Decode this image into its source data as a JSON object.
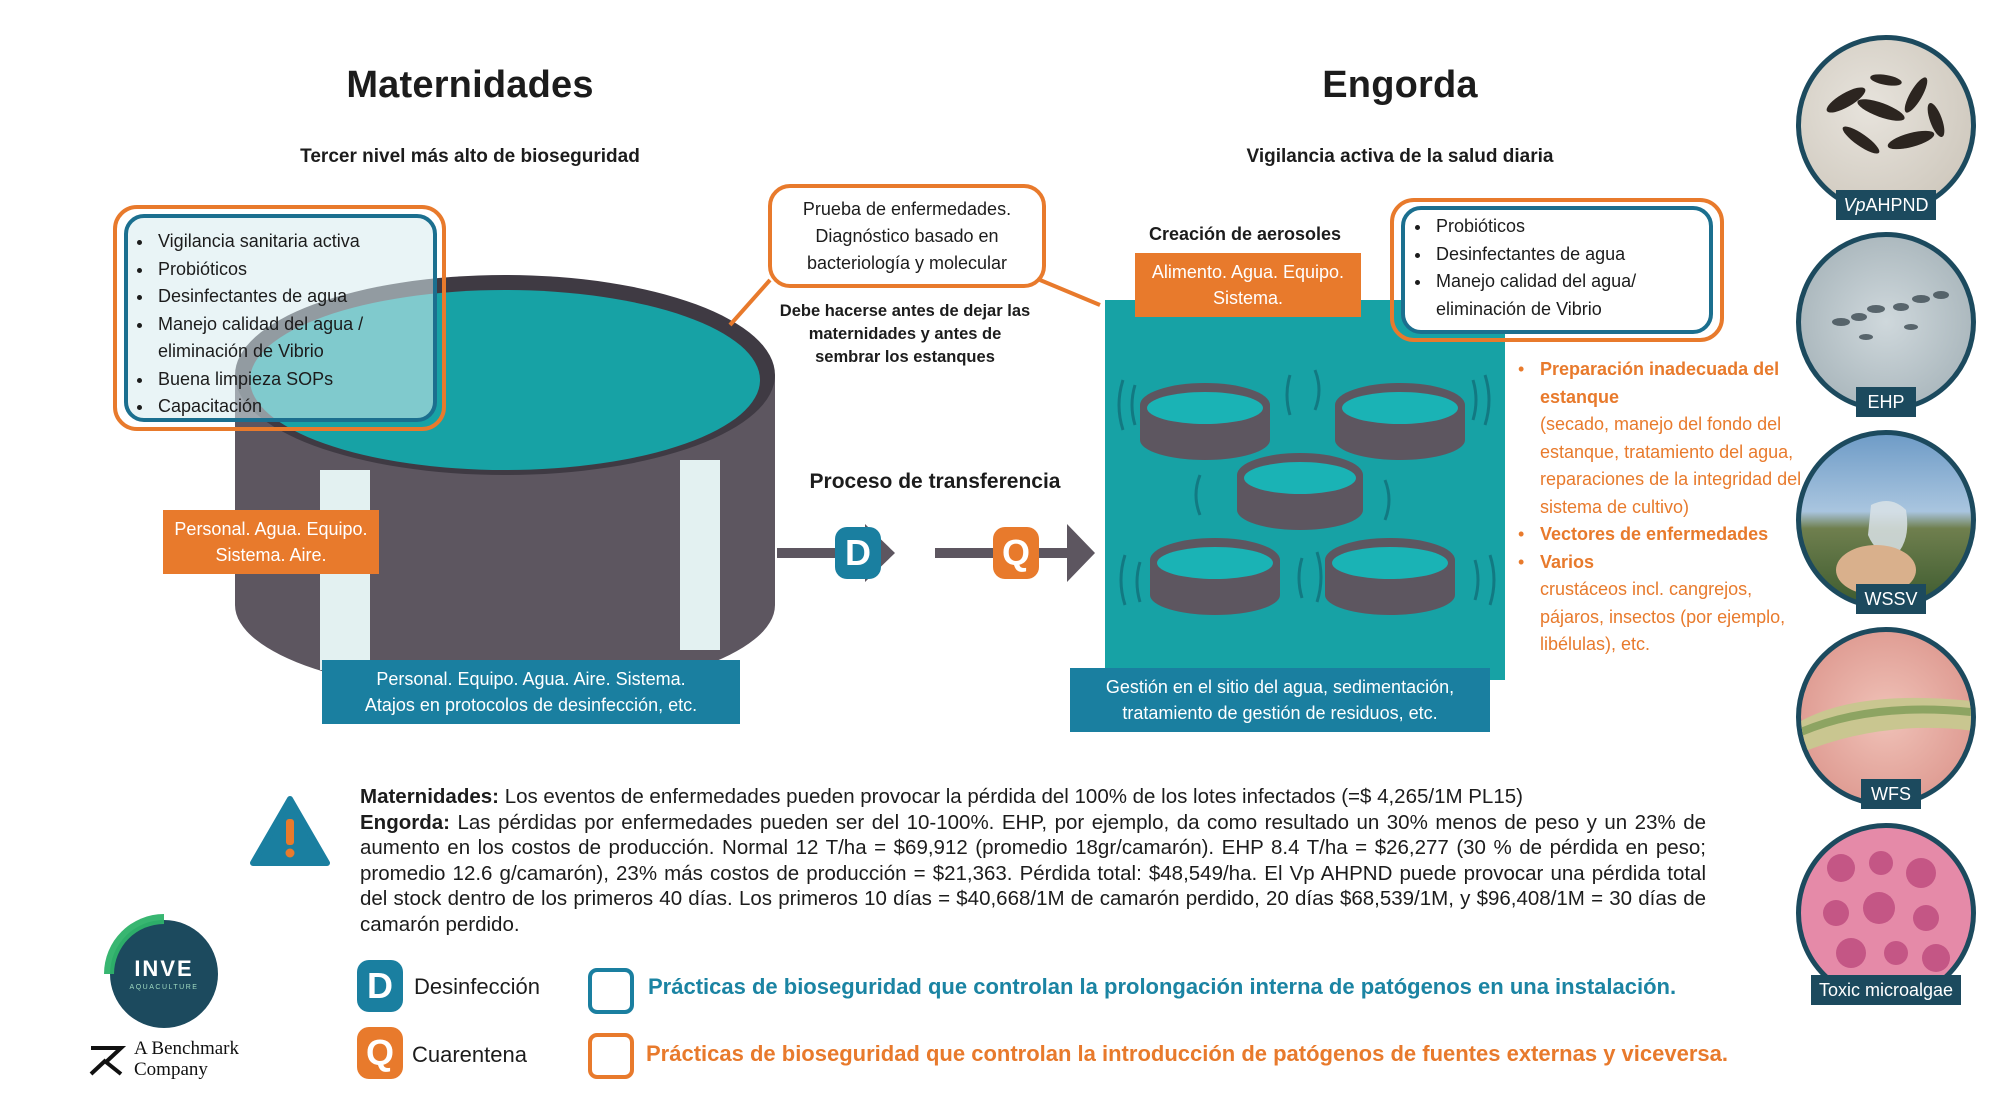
{
  "colors": {
    "orange": "#e87a2c",
    "teal": "#1a7fa0",
    "dark_teal": "#1c4a5e",
    "water": "#17a2a5",
    "tank": "#5d5660"
  },
  "left": {
    "title": "Maternidades",
    "subtitle": "Tercer nivel más alto de bioseguridad",
    "bullets": [
      "Vigilancia sanitaria activa",
      "Probióticos",
      "Desinfectantes de agua",
      "Manejo calidad del agua / eliminación de Vibrio",
      "Buena limpieza SOPs",
      "Capacitación"
    ],
    "risk_orange": "Personal. Agua. Equipo. Sistema. Aire.",
    "risk_teal_line1": "Personal. Equipo. Agua. Aire. Sistema.",
    "risk_teal_line2": "Atajos en protocolos de desinfección, etc."
  },
  "middle": {
    "test_box": "Prueba de enfermedades. Diagnóstico basado en bacteriología y molecular",
    "note": "Debe hacerse antes de dejar las maternidades y antes de sembrar los estanques",
    "transfer_title": "Proceso de transferencia",
    "badge_d": "D",
    "badge_q": "Q"
  },
  "right": {
    "title": "Engorda",
    "subtitle": "Vigilancia activa de la salud diaria",
    "aerosol_title": "Creación de aerosoles",
    "aerosol_label": "Alimento. Agua. Equipo. Sistema.",
    "bullets": [
      "Probióticos",
      "Desinfectantes de agua",
      "Manejo calidad del agua/ eliminación de Vibrio"
    ],
    "risks": [
      {
        "head": "Preparación inadecuada del estanque",
        "detail": "(secado, manejo del fondo del estanque, tratamiento del agua, reparaciones de la integridad del sistema de cultivo)"
      },
      {
        "head": "Vectores de enfermedades",
        "detail": ""
      },
      {
        "head": "Varios",
        "detail": "crustáceos incl. cangrejos, pájaros, insectos (por ejemplo, libélulas), etc."
      }
    ],
    "water_label": "Gestión en el sitio del agua, sedimentación, tratamiento de gestión de residuos, etc."
  },
  "pathogens": [
    {
      "label_prefix": "Vp",
      "label_rest": "AHPND",
      "icon": "vibrio-photo"
    },
    {
      "label_prefix": "",
      "label_rest": "EHP",
      "icon": "ehp-microscopy"
    },
    {
      "label_prefix": "",
      "label_rest": "WSSV",
      "icon": "wssv-shrimp-photo"
    },
    {
      "label_prefix": "",
      "label_rest": "WFS",
      "icon": "wfs-gut-photo"
    },
    {
      "label_prefix": "",
      "label_rest": "Toxic microalgae",
      "icon": "microalgae-photo"
    }
  ],
  "impact": {
    "mat_label": "Maternidades:",
    "mat_text": "Los eventos de enfermedades pueden provocar la pérdida del 100% de los lotes infectados (=$ 4,265/1M PL15)",
    "eng_label": "Engorda:",
    "eng_text": "Las pérdidas por enfermedades pueden ser del 10-100%. EHP, por ejemplo, da como resultado un 30% menos de peso y un 23% de aumento en los costos de producción. Normal 12 T/ha = $69,912 (promedio 18gr/camarón). EHP 8.4 T/ha = $26,277 (30 % de pérdida en peso; promedio 12.6 g/camarón), 23% más costos de producción = $21,363. Pérdida total: $48,549/ha. El Vp AHPND puede provocar una pérdida total del stock dentro de los primeros 40 días. Los primeros 10 días = $40,668/1M de camarón perdido, 20 días $68,539/1M, y $96,408/1M = 30 días de camarón perdido."
  },
  "legend": {
    "d_letter": "D",
    "d_label": "Desinfección",
    "q_letter": "Q",
    "q_label": "Cuarentena",
    "teal_text": "Prácticas de bioseguridad que controlan la prolongación interna de patógenos en una instalación.",
    "orange_text": "Prácticas de bioseguridad que controlan la introducción de patógenos de fuentes externas y viceversa."
  },
  "brand": {
    "logo_text": "INVE",
    "logo_sub": "AQUACULTURE",
    "company_line1": "A Benchmark",
    "company_line2": "Company"
  }
}
